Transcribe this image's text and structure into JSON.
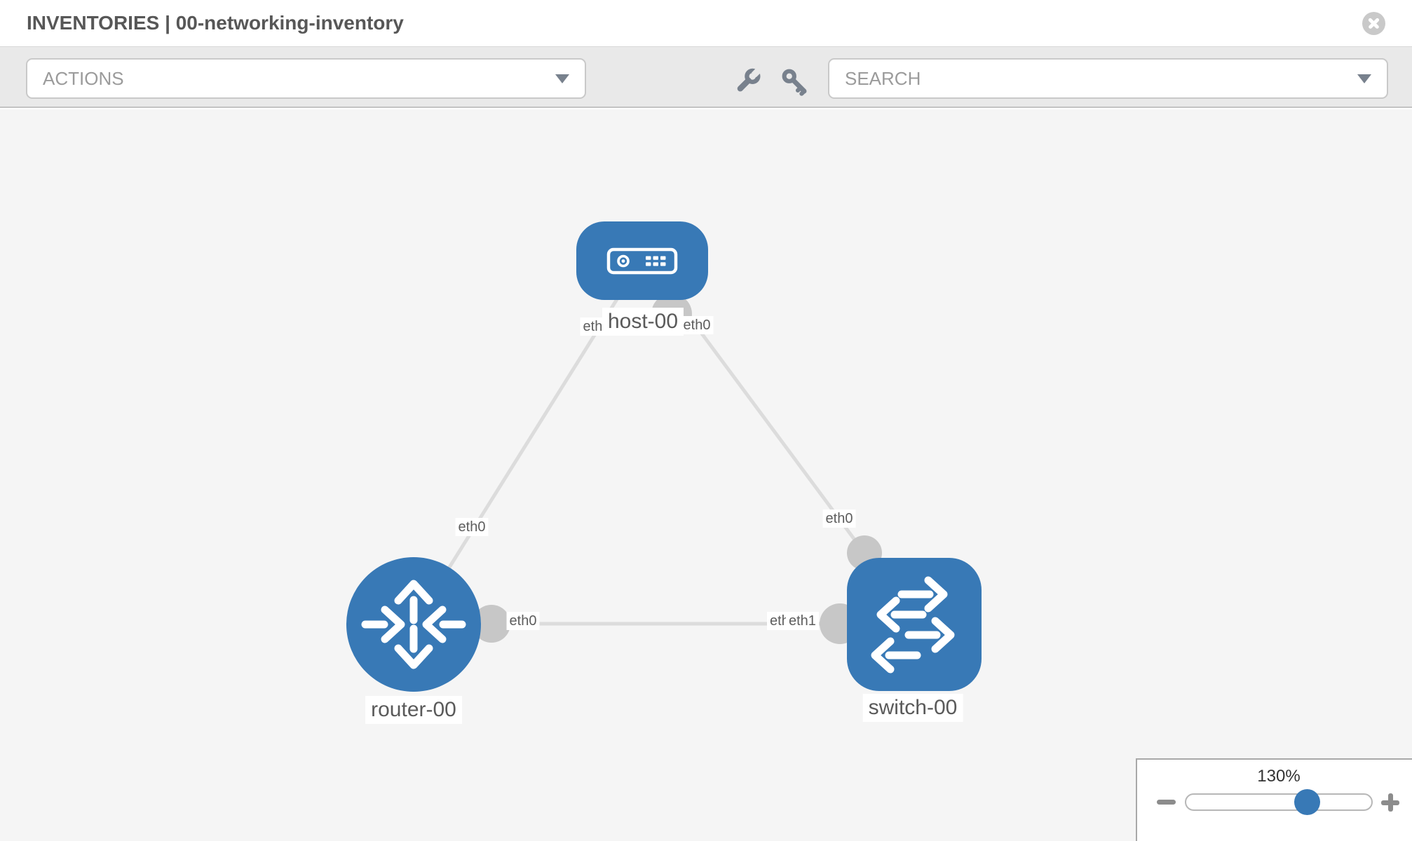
{
  "header": {
    "title": "INVENTORIES | 00-networking-inventory"
  },
  "toolbar": {
    "actions_label": "ACTIONS",
    "search_label": "SEARCH"
  },
  "topology": {
    "nodes": [
      {
        "label": "host-00",
        "type": "host"
      },
      {
        "label": "router-00",
        "type": "router"
      },
      {
        "label": "switch-00",
        "type": "switch"
      }
    ],
    "links": [
      {
        "from": "host-00",
        "to": "router-00",
        "from_interface": "eth0",
        "to_interface": "eth0"
      },
      {
        "from": "host-00",
        "to": "switch-00",
        "from_interface": "eth0",
        "to_interface": "eth0"
      },
      {
        "from": "router-00",
        "to": "switch-00",
        "from_interface": "eth0",
        "to_interface": "eth1"
      }
    ],
    "interface_labels": {
      "host_to_router": "eth0",
      "host_to_switch": "eth0",
      "router_link_mid": "eth0",
      "switch_link_mid": "eth0",
      "router_switch_at_router": "eth0",
      "router_switch_at_switch_back": "eth0",
      "router_switch_at_switch_front": "eth1"
    }
  },
  "zoom_panel": {
    "value": "130%"
  },
  "icons": {
    "close": "close-icon",
    "wrench": "wrench-icon",
    "key": "key-icon",
    "actions_dropdown": "chevron-down-icon",
    "search_dropdown": "chevron-down-icon",
    "zoom_out": "minus-icon",
    "zoom_in": "plus-icon"
  },
  "colors": {
    "node_blue": "#3879b6",
    "link_gray": "#dcdcdc",
    "connector_gray": "#c7c7c7",
    "canvas_bg": "#f5f5f5",
    "toolbar_bg": "#e9e9e9"
  }
}
